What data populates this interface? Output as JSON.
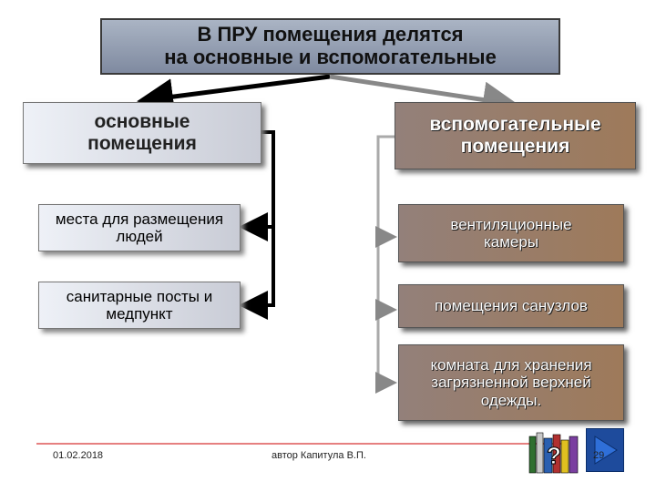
{
  "title_line1": "В ПРУ помещения делятся",
  "title_line2": "на основные и вспомогательные",
  "main_left": "основные помещения",
  "main_right": "вспомогательные помещения",
  "left_items": [
    "места для размещения людей",
    "санитарные посты и медпункт"
  ],
  "right_items": [
    "вентиляционные камеры",
    "помещения санузлов",
    "комната для хранения загрязненной верхней одежды."
  ],
  "footer": {
    "date": "01.02.2018",
    "author": "автор Капитула В.П.",
    "page": "29"
  },
  "colors": {
    "title_bg": "#8f99ac",
    "right_box_bg": "#9a7d68",
    "nav_bg": "#1e4b9c"
  },
  "icons": [
    "books-help-icon",
    "next-slide-icon"
  ]
}
